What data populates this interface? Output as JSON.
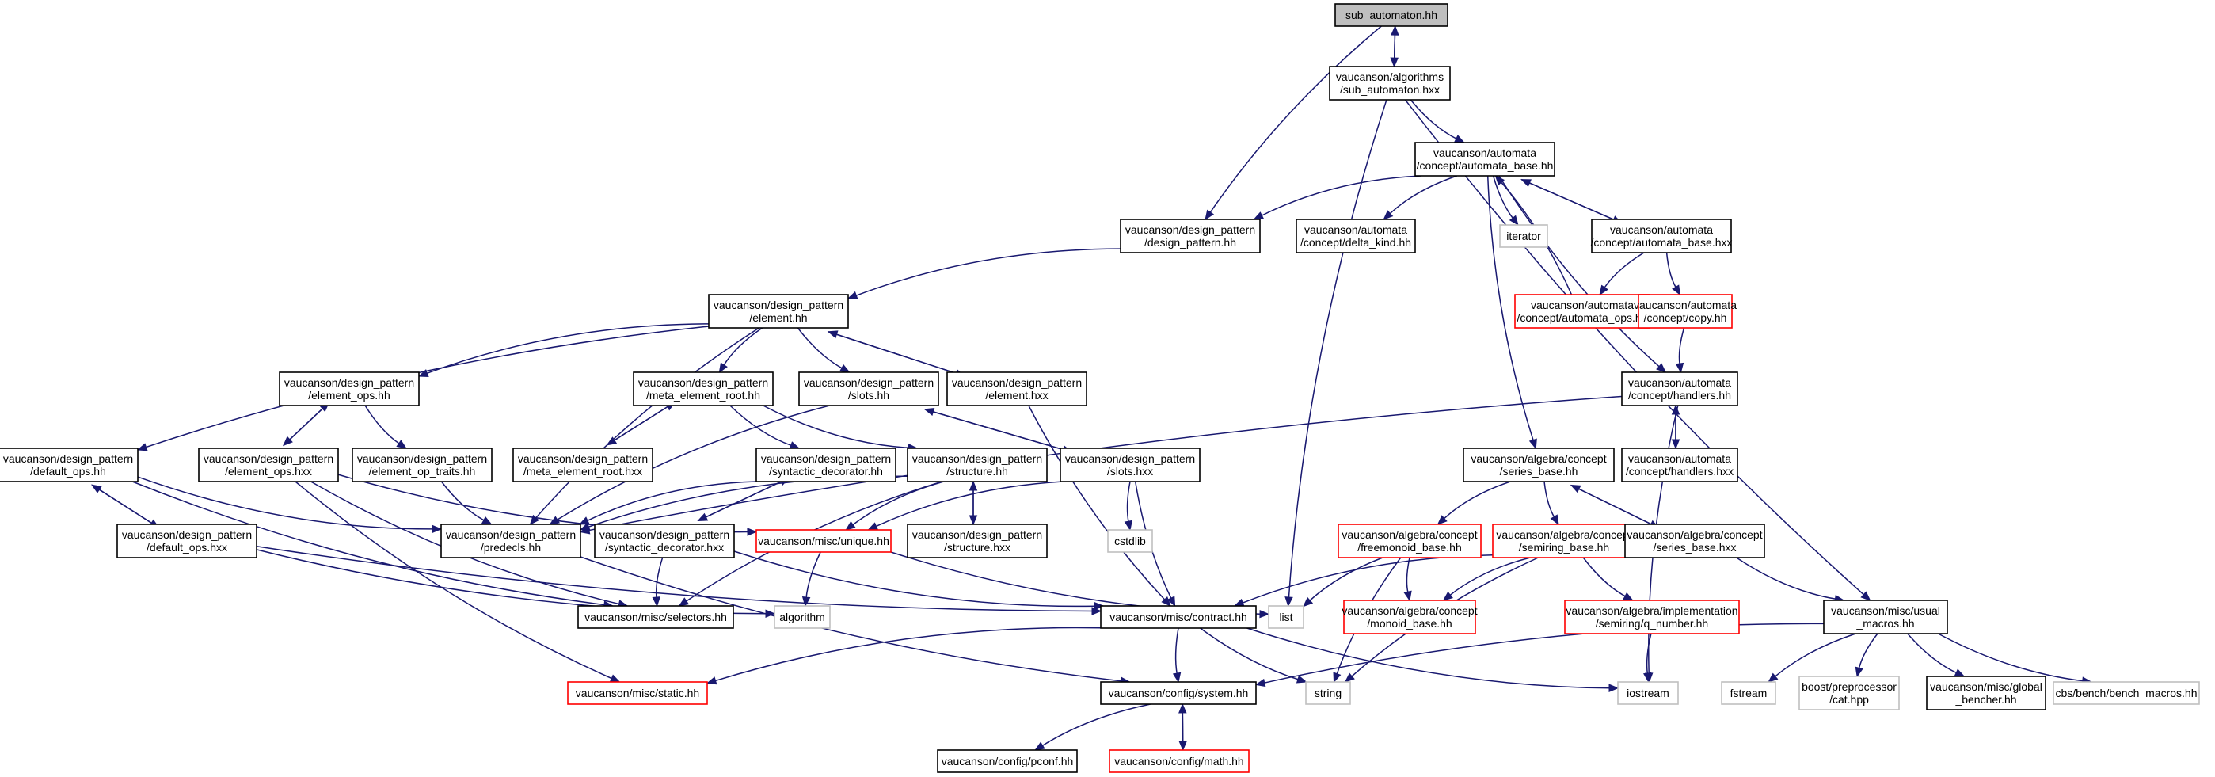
{
  "nodes": [
    {
      "id": "sub_automaton_hh",
      "lines": [
        "sub_automaton.hh"
      ],
      "style": "root"
    },
    {
      "id": "alg_sub_automaton_hxx",
      "lines": [
        "vaucanson/algorithms",
        "/sub_automaton.hxx"
      ],
      "style": "black"
    },
    {
      "id": "automata_base_hh",
      "lines": [
        "vaucanson/automata",
        "/concept/automata_base.hh"
      ],
      "style": "black"
    },
    {
      "id": "dp_design_pattern_hh",
      "lines": [
        "vaucanson/design_pattern",
        "/design_pattern.hh"
      ],
      "style": "black"
    },
    {
      "id": "delta_kind_hh",
      "lines": [
        "vaucanson/automata",
        "/concept/delta_kind.hh"
      ],
      "style": "black"
    },
    {
      "id": "iterator",
      "lines": [
        "iterator"
      ],
      "style": "gray"
    },
    {
      "id": "automata_base_hxx",
      "lines": [
        "vaucanson/automata",
        "/concept/automata_base.hxx"
      ],
      "style": "black"
    },
    {
      "id": "automata_ops_hh",
      "lines": [
        "vaucanson/automata",
        "/concept/automata_ops.hh"
      ],
      "style": "red"
    },
    {
      "id": "copy_hh",
      "lines": [
        "vaucanson/automata",
        "/concept/copy.hh"
      ],
      "style": "red"
    },
    {
      "id": "handlers_hh",
      "lines": [
        "vaucanson/automata",
        "/concept/handlers.hh"
      ],
      "style": "black"
    },
    {
      "id": "handlers_hxx",
      "lines": [
        "vaucanson/automata",
        "/concept/handlers.hxx"
      ],
      "style": "black"
    },
    {
      "id": "element_hh",
      "lines": [
        "vaucanson/design_pattern",
        "/element.hh"
      ],
      "style": "black"
    },
    {
      "id": "element_ops_hh",
      "lines": [
        "vaucanson/design_pattern",
        "/element_ops.hh"
      ],
      "style": "black"
    },
    {
      "id": "meta_element_root_hh",
      "lines": [
        "vaucanson/design_pattern",
        "/meta_element_root.hh"
      ],
      "style": "black"
    },
    {
      "id": "slots_hh",
      "lines": [
        "vaucanson/design_pattern",
        "/slots.hh"
      ],
      "style": "black"
    },
    {
      "id": "element_hxx",
      "lines": [
        "vaucanson/design_pattern",
        "/element.hxx"
      ],
      "style": "black"
    },
    {
      "id": "default_ops_hh",
      "lines": [
        "vaucanson/design_pattern",
        "/default_ops.hh"
      ],
      "style": "black"
    },
    {
      "id": "element_ops_hxx",
      "lines": [
        "vaucanson/design_pattern",
        "/element_ops.hxx"
      ],
      "style": "black"
    },
    {
      "id": "element_op_traits_hh",
      "lines": [
        "vaucanson/design_pattern",
        "/element_op_traits.hh"
      ],
      "style": "black"
    },
    {
      "id": "meta_element_root_hxx",
      "lines": [
        "vaucanson/design_pattern",
        "/meta_element_root.hxx"
      ],
      "style": "black"
    },
    {
      "id": "syntactic_decorator_hh",
      "lines": [
        "vaucanson/design_pattern",
        "/syntactic_decorator.hh"
      ],
      "style": "black"
    },
    {
      "id": "structure_hh",
      "lines": [
        "vaucanson/design_pattern",
        "/structure.hh"
      ],
      "style": "black"
    },
    {
      "id": "slots_hxx",
      "lines": [
        "vaucanson/design_pattern",
        "/slots.hxx"
      ],
      "style": "black"
    },
    {
      "id": "default_ops_hxx",
      "lines": [
        "vaucanson/design_pattern",
        "/default_ops.hxx"
      ],
      "style": "black"
    },
    {
      "id": "predecls_hh",
      "lines": [
        "vaucanson/design_pattern",
        "/predecls.hh"
      ],
      "style": "black"
    },
    {
      "id": "syntactic_decorator_hxx",
      "lines": [
        "vaucanson/design_pattern",
        "/syntactic_decorator.hxx"
      ],
      "style": "black"
    },
    {
      "id": "unique_hh",
      "lines": [
        "vaucanson/misc/unique.hh"
      ],
      "style": "red"
    },
    {
      "id": "structure_hxx",
      "lines": [
        "vaucanson/design_pattern",
        "/structure.hxx"
      ],
      "style": "black"
    },
    {
      "id": "cstdlib",
      "lines": [
        "cstdlib"
      ],
      "style": "gray"
    },
    {
      "id": "selectors_hh",
      "lines": [
        "vaucanson/misc/selectors.hh"
      ],
      "style": "black"
    },
    {
      "id": "algorithm",
      "lines": [
        "algorithm"
      ],
      "style": "gray"
    },
    {
      "id": "contract_hh",
      "lines": [
        "vaucanson/misc/contract.hh"
      ],
      "style": "black"
    },
    {
      "id": "list",
      "lines": [
        "list"
      ],
      "style": "gray"
    },
    {
      "id": "static_hh",
      "lines": [
        "vaucanson/misc/static.hh"
      ],
      "style": "red"
    },
    {
      "id": "system_hh",
      "lines": [
        "vaucanson/config/system.hh"
      ],
      "style": "black"
    },
    {
      "id": "pconf_hh",
      "lines": [
        "vaucanson/config/pconf.hh"
      ],
      "style": "black"
    },
    {
      "id": "math_hh",
      "lines": [
        "vaucanson/config/math.hh"
      ],
      "style": "red"
    },
    {
      "id": "string",
      "lines": [
        "string"
      ],
      "style": "gray"
    },
    {
      "id": "series_base_hh",
      "lines": [
        "vaucanson/algebra/concept",
        "/series_base.hh"
      ],
      "style": "black"
    },
    {
      "id": "freemonoid_base_hh",
      "lines": [
        "vaucanson/algebra/concept",
        "/freemonoid_base.hh"
      ],
      "style": "red"
    },
    {
      "id": "semiring_base_hh",
      "lines": [
        "vaucanson/algebra/concept",
        "/semiring_base.hh"
      ],
      "style": "red"
    },
    {
      "id": "series_base_hxx",
      "lines": [
        "vaucanson/algebra/concept",
        "/series_base.hxx"
      ],
      "style": "black"
    },
    {
      "id": "monoid_base_hh",
      "lines": [
        "vaucanson/algebra/concept",
        "/monoid_base.hh"
      ],
      "style": "red"
    },
    {
      "id": "q_number_hh",
      "lines": [
        "vaucanson/algebra/implementation",
        "/semiring/q_number.hh"
      ],
      "style": "red"
    },
    {
      "id": "usual_macros_hh",
      "lines": [
        "vaucanson/misc/usual",
        "_macros.hh"
      ],
      "style": "black"
    },
    {
      "id": "iostream",
      "lines": [
        "iostream"
      ],
      "style": "gray"
    },
    {
      "id": "fstream",
      "lines": [
        "fstream"
      ],
      "style": "gray"
    },
    {
      "id": "cat_hpp",
      "lines": [
        "boost/preprocessor",
        "/cat.hpp"
      ],
      "style": "gray"
    },
    {
      "id": "global_bencher_hh",
      "lines": [
        "vaucanson/misc/global",
        "_bencher.hh"
      ],
      "style": "black"
    },
    {
      "id": "bench_macros_hh",
      "lines": [
        "cbs/bench/bench_macros.hh"
      ],
      "style": "gray"
    }
  ],
  "edges": [
    [
      "sub_automaton_hh",
      "alg_sub_automaton_hxx"
    ],
    [
      "alg_sub_automaton_hxx",
      "sub_automaton_hh"
    ],
    [
      "sub_automaton_hh",
      "dp_design_pattern_hh"
    ],
    [
      "alg_sub_automaton_hxx",
      "automata_base_hh"
    ],
    [
      "alg_sub_automaton_hxx",
      "list"
    ],
    [
      "alg_sub_automaton_hxx",
      "usual_macros_hh"
    ],
    [
      "automata_base_hh",
      "dp_design_pattern_hh"
    ],
    [
      "automata_base_hh",
      "delta_kind_hh"
    ],
    [
      "automata_base_hh",
      "iterator"
    ],
    [
      "automata_base_hh",
      "automata_base_hxx"
    ],
    [
      "automata_base_hxx",
      "automata_base_hh"
    ],
    [
      "automata_base_hh",
      "handlers_hh"
    ],
    [
      "automata_base_hh",
      "series_base_hh"
    ],
    [
      "automata_base_hxx",
      "automata_ops_hh"
    ],
    [
      "automata_ops_hh",
      "automata_base_hh"
    ],
    [
      "automata_base_hxx",
      "copy_hh"
    ],
    [
      "copy_hh",
      "handlers_hh"
    ],
    [
      "handlers_hh",
      "handlers_hxx"
    ],
    [
      "handlers_hxx",
      "handlers_hh"
    ],
    [
      "handlers_hh",
      "predecls_hh"
    ],
    [
      "handlers_hh",
      "iostream"
    ],
    [
      "dp_design_pattern_hh",
      "element_hh"
    ],
    [
      "element_hh",
      "element_ops_hh"
    ],
    [
      "element_hh",
      "meta_element_root_hh"
    ],
    [
      "element_hh",
      "slots_hh"
    ],
    [
      "element_hh",
      "element_hxx"
    ],
    [
      "element_hxx",
      "element_hh"
    ],
    [
      "element_hh",
      "default_ops_hh"
    ],
    [
      "element_hh",
      "predecls_hh"
    ],
    [
      "element_ops_hh",
      "element_ops_hxx"
    ],
    [
      "element_ops_hxx",
      "element_ops_hh"
    ],
    [
      "element_ops_hh",
      "element_op_traits_hh"
    ],
    [
      "meta_element_root_hh",
      "meta_element_root_hxx"
    ],
    [
      "meta_element_root_hxx",
      "meta_element_root_hh"
    ],
    [
      "meta_element_root_hh",
      "syntactic_decorator_hh"
    ],
    [
      "meta_element_root_hh",
      "structure_hh"
    ],
    [
      "slots_hh",
      "slots_hxx"
    ],
    [
      "slots_hxx",
      "slots_hh"
    ],
    [
      "slots_hh",
      "predecls_hh"
    ],
    [
      "element_hxx",
      "contract_hh"
    ],
    [
      "default_ops_hh",
      "default_ops_hxx"
    ],
    [
      "default_ops_hxx",
      "default_ops_hh"
    ],
    [
      "default_ops_hh",
      "predecls_hh"
    ],
    [
      "default_ops_hh",
      "selectors_hh"
    ],
    [
      "default_ops_hxx",
      "contract_hh"
    ],
    [
      "default_ops_hxx",
      "algorithm"
    ],
    [
      "element_ops_hxx",
      "unique_hh"
    ],
    [
      "element_ops_hxx",
      "selectors_hh"
    ],
    [
      "element_ops_hxx",
      "static_hh"
    ],
    [
      "element_op_traits_hh",
      "predecls_hh"
    ],
    [
      "syntactic_decorator_hh",
      "syntactic_decorator_hxx"
    ],
    [
      "syntactic_decorator_hxx",
      "syntactic_decorator_hh"
    ],
    [
      "syntactic_decorator_hh",
      "predecls_hh"
    ],
    [
      "syntactic_decorator_hxx",
      "selectors_hh"
    ],
    [
      "syntactic_decorator_hxx",
      "contract_hh"
    ],
    [
      "structure_hh",
      "predecls_hh"
    ],
    [
      "structure_hh",
      "unique_hh"
    ],
    [
      "structure_hh",
      "structure_hxx"
    ],
    [
      "structure_hxx",
      "structure_hh"
    ],
    [
      "structure_hh",
      "selectors_hh"
    ],
    [
      "slots_hxx",
      "unique_hh"
    ],
    [
      "slots_hxx",
      "cstdlib"
    ],
    [
      "slots_hxx",
      "contract_hh"
    ],
    [
      "predecls_hh",
      "system_hh"
    ],
    [
      "unique_hh",
      "algorithm"
    ],
    [
      "unique_hh",
      "list"
    ],
    [
      "contract_hh",
      "static_hh"
    ],
    [
      "contract_hh",
      "system_hh"
    ],
    [
      "contract_hh",
      "string"
    ],
    [
      "contract_hh",
      "iostream"
    ],
    [
      "system_hh",
      "pconf_hh"
    ],
    [
      "system_hh",
      "math_hh"
    ],
    [
      "math_hh",
      "system_hh"
    ],
    [
      "series_base_hh",
      "freemonoid_base_hh"
    ],
    [
      "series_base_hh",
      "semiring_base_hh"
    ],
    [
      "series_base_hh",
      "series_base_hxx"
    ],
    [
      "series_base_hxx",
      "series_base_hh"
    ],
    [
      "series_base_hxx",
      "usual_macros_hh"
    ],
    [
      "freemonoid_base_hh",
      "list"
    ],
    [
      "freemonoid_base_hh",
      "monoid_base_hh"
    ],
    [
      "freemonoid_base_hh",
      "string"
    ],
    [
      "semiring_base_hh",
      "monoid_base_hh"
    ],
    [
      "semiring_base_hh",
      "q_number_hh"
    ],
    [
      "semiring_base_hh",
      "contract_hh"
    ],
    [
      "semiring_base_hh",
      "string"
    ],
    [
      "q_number_hh",
      "iostream"
    ],
    [
      "usual_macros_hh",
      "system_hh"
    ],
    [
      "usual_macros_hh",
      "fstream"
    ],
    [
      "usual_macros_hh",
      "cat_hpp"
    ],
    [
      "usual_macros_hh",
      "global_bencher_hh"
    ],
    [
      "usual_macros_hh",
      "bench_macros_hh"
    ]
  ]
}
